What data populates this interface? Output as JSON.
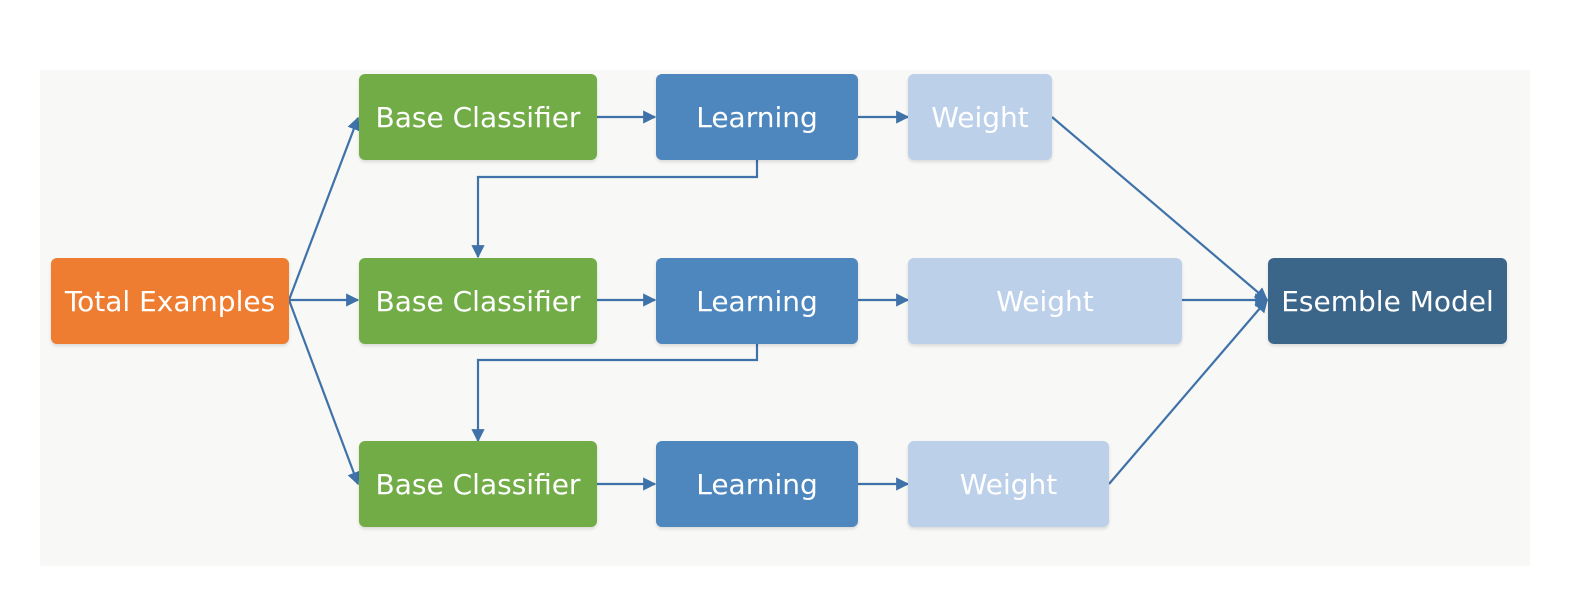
{
  "nodes": {
    "total_examples": "Total Examples",
    "base_classifier_1": "Base Classifier",
    "base_classifier_2": "Base Classifier",
    "base_classifier_3": "Base Classifier",
    "learning_1": "Learning",
    "learning_2": "Learning",
    "learning_3": "Learning",
    "weight_1": "Weight",
    "weight_2": "Weight",
    "weight_3": "Weight",
    "ensemble_model": "Esemble Model"
  },
  "colors": {
    "input": "#ee7d31",
    "classifier": "#72ac47",
    "learning": "#4e87be",
    "weight": "#bcd0ea",
    "output": "#3b6589",
    "arrow": "#3f72a8"
  }
}
